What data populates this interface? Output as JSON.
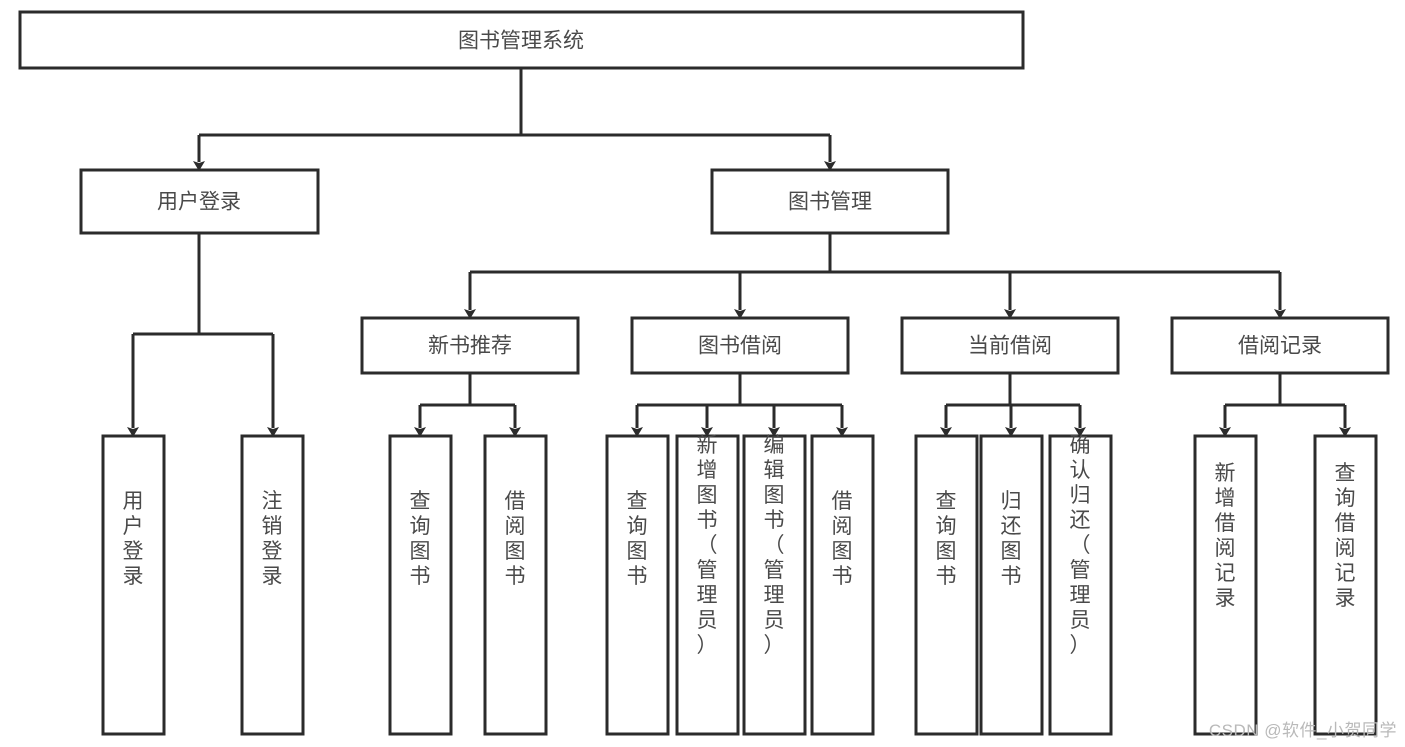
{
  "diagram": {
    "title": "图书管理系统",
    "type": "tree",
    "watermark": "CSDN @软件_小贺同学",
    "colors": {
      "stroke": "#2b2b2b",
      "fill": "#ffffff",
      "text": "#4a4a4a",
      "watermark": "#b9b9b9",
      "background": "#ffffff"
    },
    "root": {
      "label": "图书管理系统"
    },
    "level1": [
      {
        "label": "用户登录"
      },
      {
        "label": "图书管理"
      }
    ],
    "level2": [
      {
        "label": "新书推荐"
      },
      {
        "label": "图书借阅"
      },
      {
        "label": "当前借阅"
      },
      {
        "label": "借阅记录"
      }
    ],
    "leaves": {
      "user_login": [
        {
          "label": "用户登录"
        },
        {
          "label": "注销登录"
        }
      ],
      "new_book_recommend": [
        {
          "label": "查询图书"
        },
        {
          "label": "借阅图书"
        }
      ],
      "book_borrow": [
        {
          "label": "查询图书"
        },
        {
          "label": "新增图书（管理员）"
        },
        {
          "label": "编辑图书（管理员）"
        },
        {
          "label": "借阅图书"
        }
      ],
      "current_borrow": [
        {
          "label": "查询图书"
        },
        {
          "label": "归还图书"
        },
        {
          "label": "确认归还（管理员）"
        }
      ],
      "borrow_record": [
        {
          "label": "新增借阅记录"
        },
        {
          "label": "查询借阅记录"
        }
      ]
    }
  }
}
